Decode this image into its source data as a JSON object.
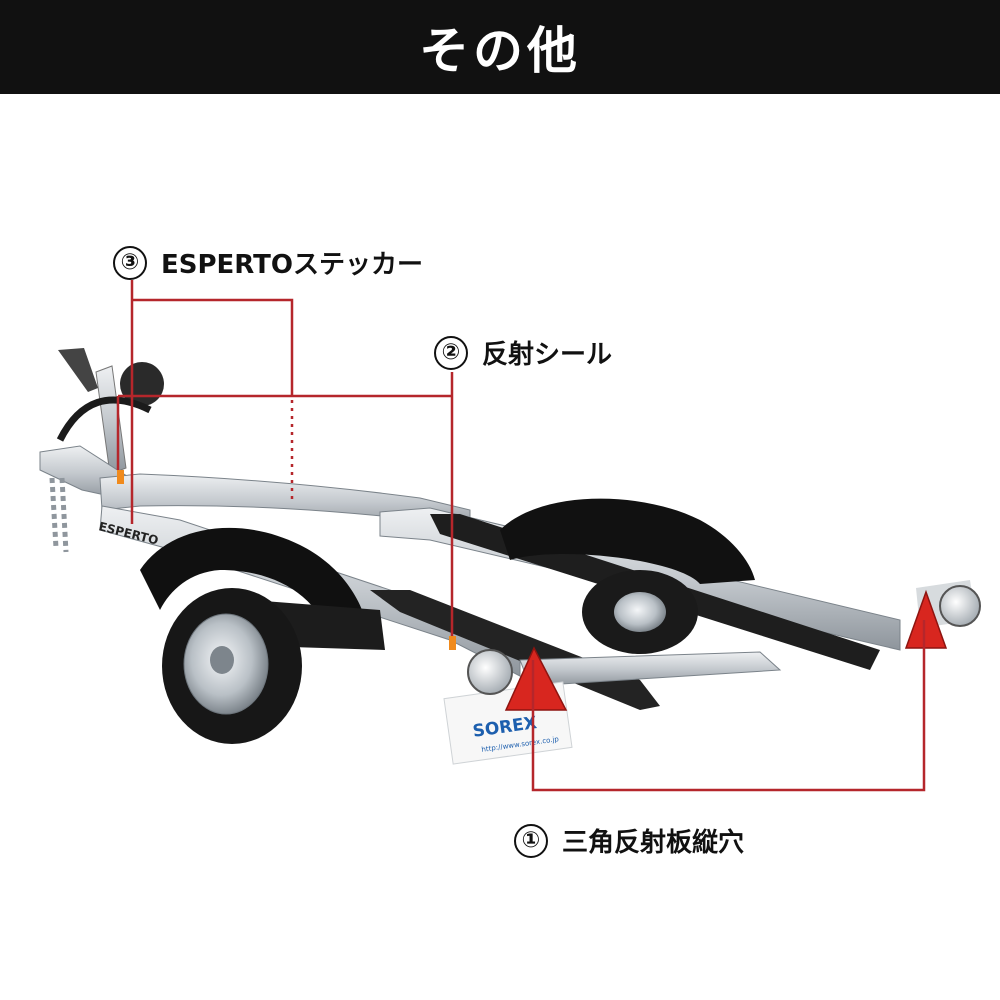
{
  "header": {
    "title": "その他"
  },
  "callouts": [
    {
      "number": "①",
      "label": "三角反射板縦穴"
    },
    {
      "number": "②",
      "label": "反射シール"
    },
    {
      "number": "③",
      "label": "ESPERTOステッカー"
    }
  ],
  "plate": {
    "brand": "SOREX",
    "url": "http://www.sorex.co.jp"
  },
  "frame_text": "ESPERTO",
  "colors": {
    "header_bg": "#111111",
    "leader_line": "#b5262b",
    "reflector": "#d8261f",
    "reflector_seal": "#f08a1c"
  }
}
